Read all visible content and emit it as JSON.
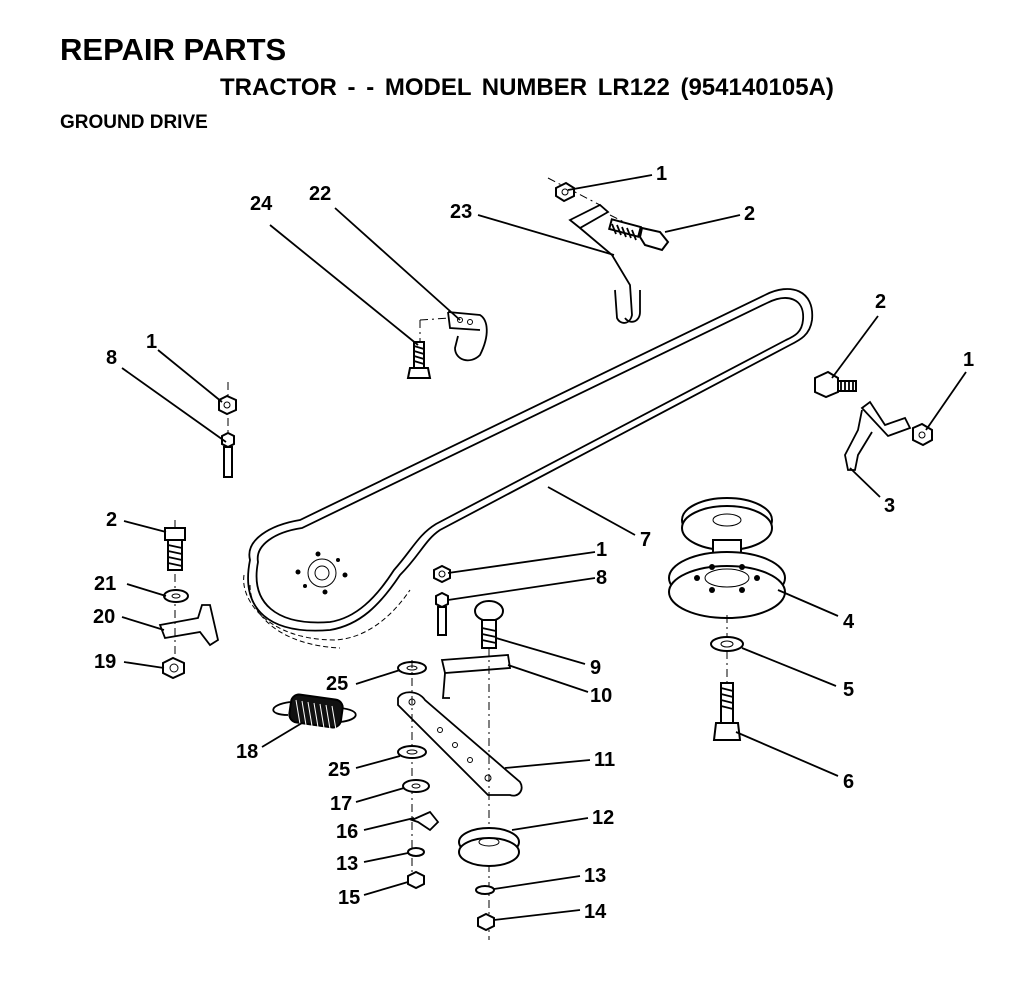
{
  "header": {
    "title": "REPAIR PARTS",
    "subtitle": "TRACTOR - - MODEL NUMBER LR122 (954140105A)",
    "section": "GROUND DRIVE"
  },
  "callouts": [
    {
      "id": "c1a",
      "label": "1"
    },
    {
      "id": "c2a",
      "label": "2"
    },
    {
      "id": "c23",
      "label": "23"
    },
    {
      "id": "c22",
      "label": "22"
    },
    {
      "id": "c24",
      "label": "24"
    },
    {
      "id": "c2b",
      "label": "2"
    },
    {
      "id": "c1b",
      "label": "1"
    },
    {
      "id": "c3",
      "label": "3"
    },
    {
      "id": "c1c",
      "label": "1"
    },
    {
      "id": "c8a",
      "label": "8"
    },
    {
      "id": "c7",
      "label": "7"
    },
    {
      "id": "c1d",
      "label": "1"
    },
    {
      "id": "c8b",
      "label": "8"
    },
    {
      "id": "c2c",
      "label": "2"
    },
    {
      "id": "c21",
      "label": "21"
    },
    {
      "id": "c20",
      "label": "20"
    },
    {
      "id": "c19",
      "label": "19"
    },
    {
      "id": "c4",
      "label": "4"
    },
    {
      "id": "c9",
      "label": "9"
    },
    {
      "id": "c10",
      "label": "10"
    },
    {
      "id": "c25a",
      "label": "25"
    },
    {
      "id": "c5",
      "label": "5"
    },
    {
      "id": "c18",
      "label": "18"
    },
    {
      "id": "c11",
      "label": "11"
    },
    {
      "id": "c25b",
      "label": "25"
    },
    {
      "id": "c6",
      "label": "6"
    },
    {
      "id": "c17",
      "label": "17"
    },
    {
      "id": "c16",
      "label": "16"
    },
    {
      "id": "c12",
      "label": "12"
    },
    {
      "id": "c13a",
      "label": "13"
    },
    {
      "id": "c13b",
      "label": "13"
    },
    {
      "id": "c15",
      "label": "15"
    },
    {
      "id": "c14",
      "label": "14"
    }
  ]
}
